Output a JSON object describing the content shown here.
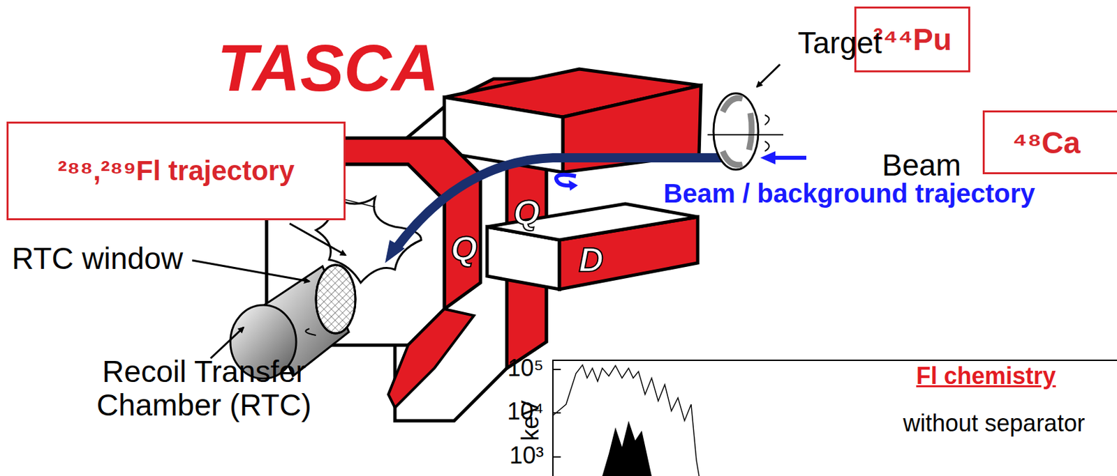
{
  "diagram": {
    "nodes": [
      {
        "text": [
          "²⁸⁸,²⁸⁹Fl trajectory"
        ]
      },
      {
        "text": [
          "²⁴⁴Pu"
        ]
      },
      {
        "text": [
          "⁴⁸Ca"
        ]
      },
      {
        "text": [
          "Q"
        ]
      },
      {
        "text": [
          "Q"
        ]
      },
      {
        "text": [
          "D"
        ]
      }
    ],
    "labels": [
      "TASCA",
      "Target",
      "Beam",
      "Beam / background trajectory",
      "RTC window",
      "Recoil Transfer Chamber (RTC)",
      "10⁵",
      "10⁴",
      "10³",
      "keV",
      "Fl chemistry",
      "without separator"
    ]
  }
}
